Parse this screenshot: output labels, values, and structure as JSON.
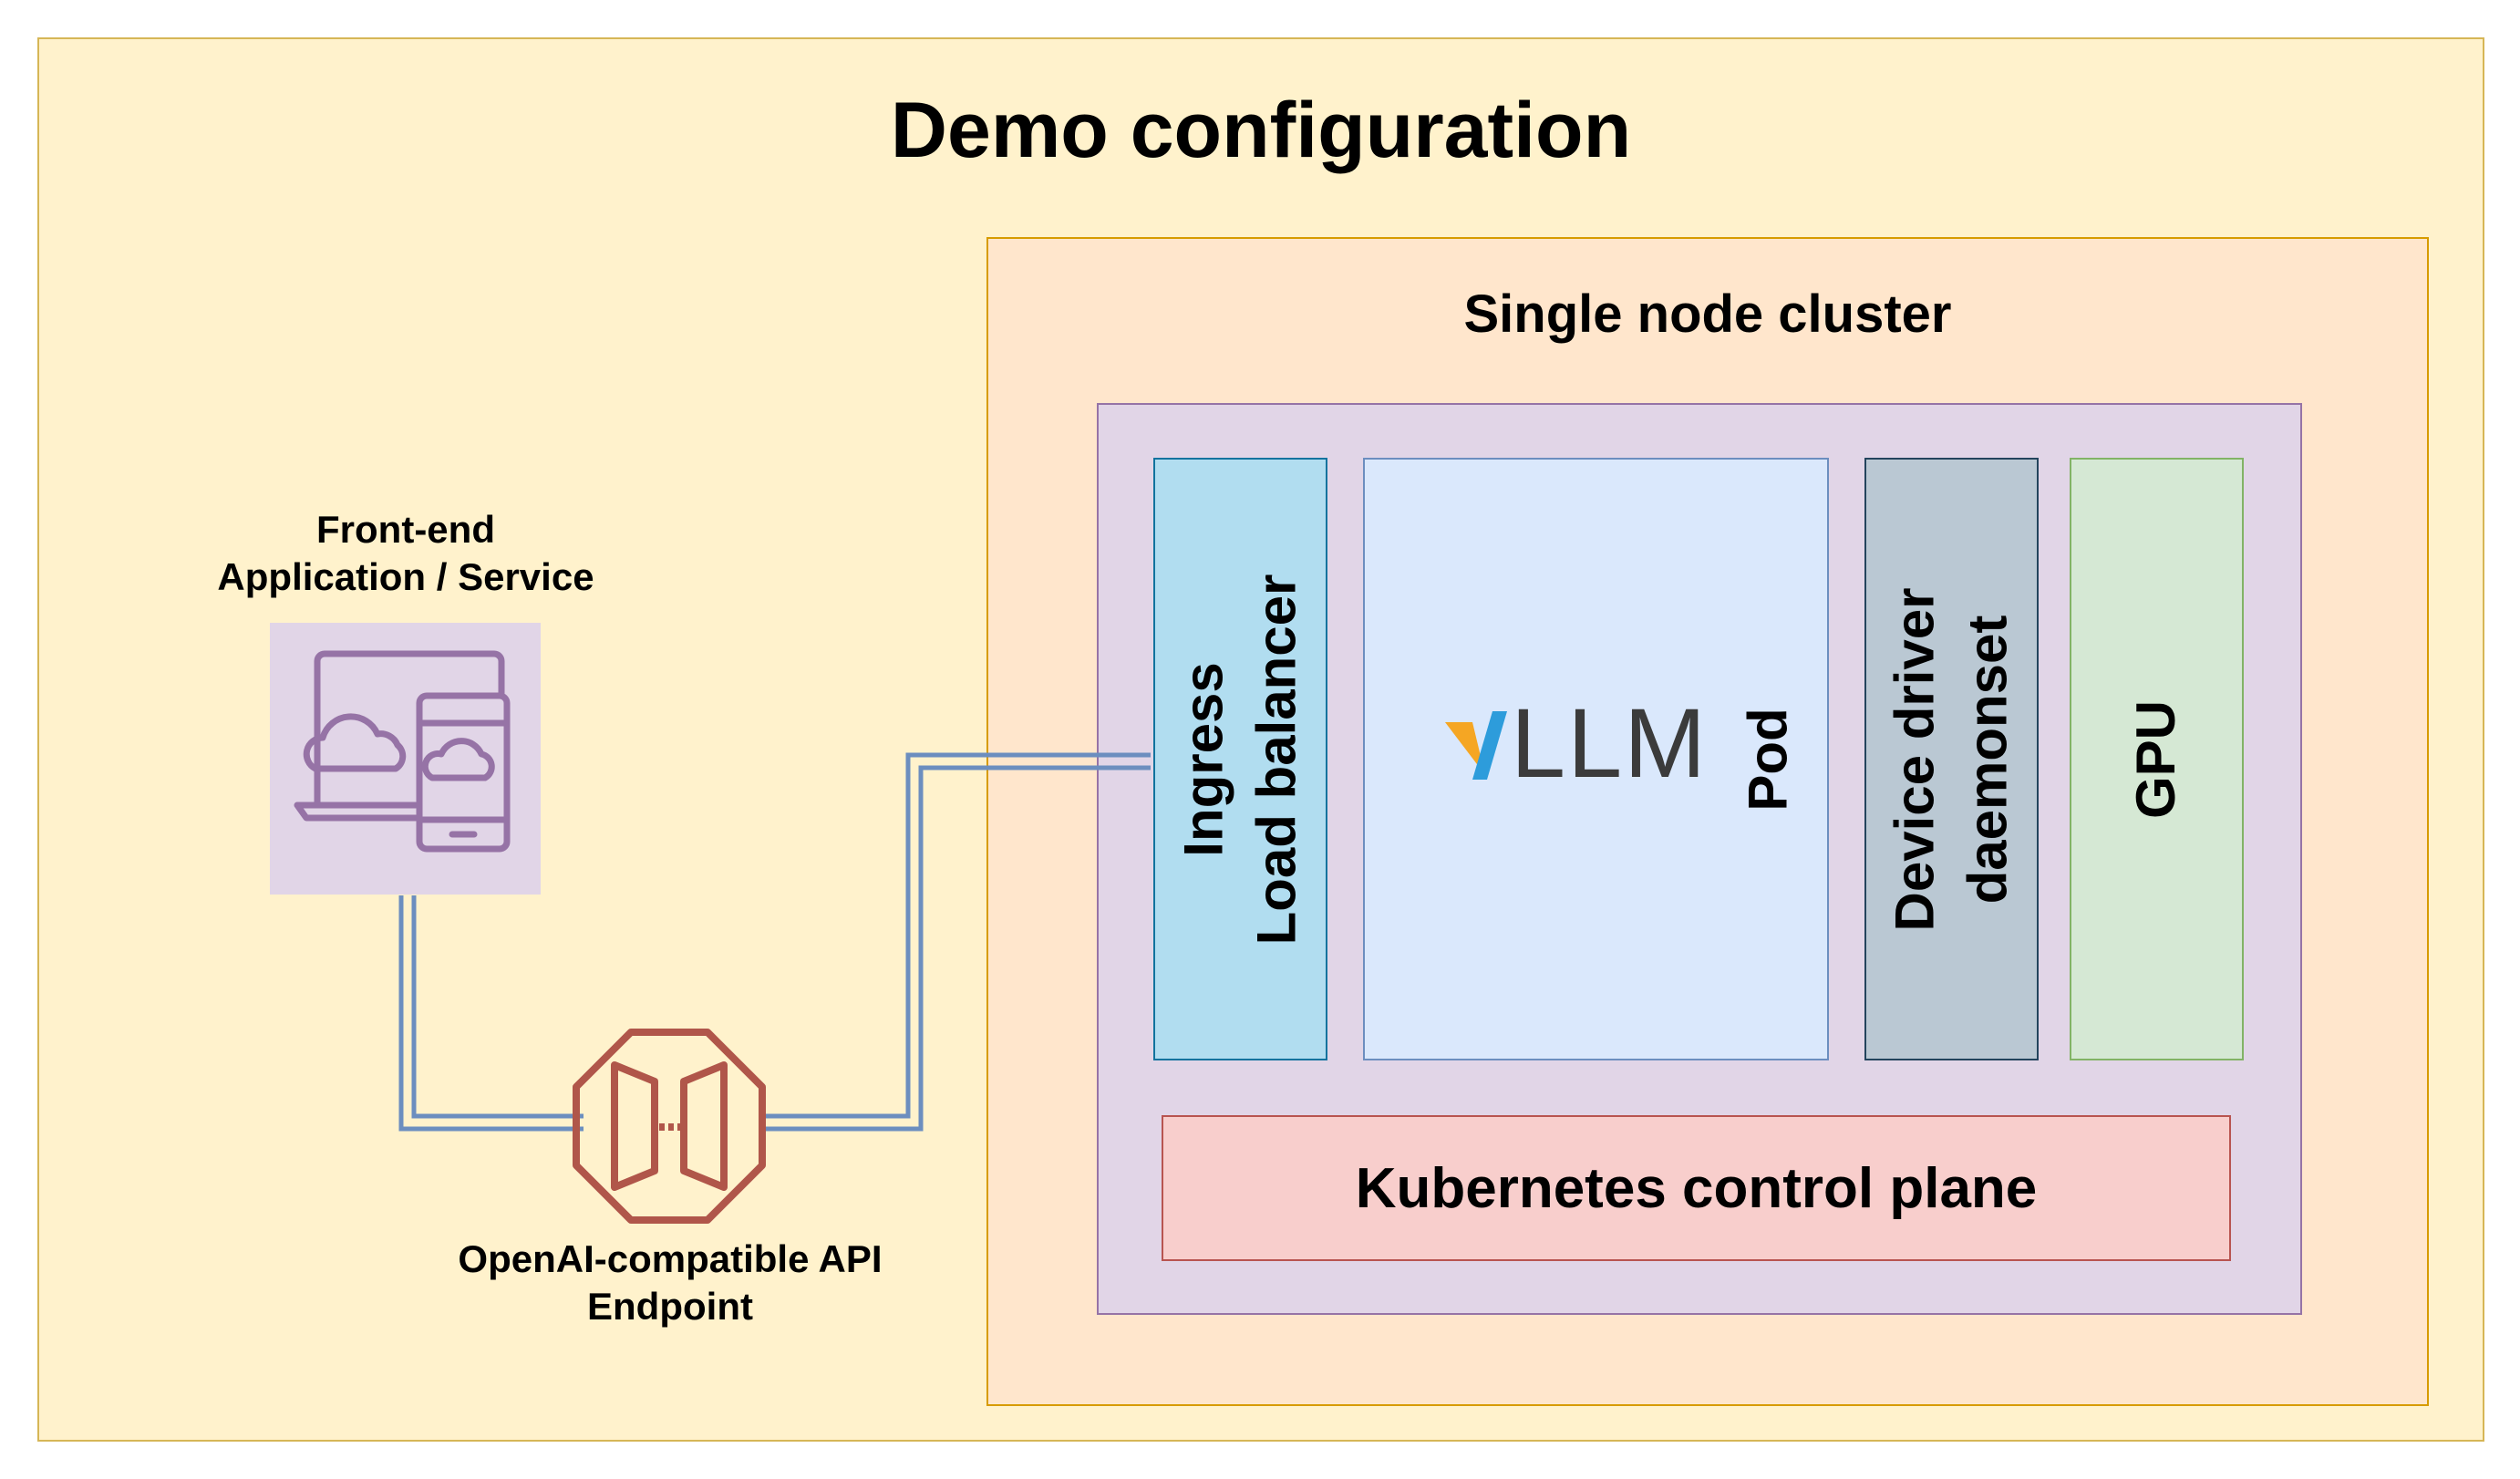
{
  "title": "Demo configuration",
  "cluster": {
    "title": "Single node cluster",
    "ingress_line1": "Ingress",
    "ingress_line2": "Load balancer",
    "pod_label": "Pod",
    "vllm_logo_text": "LLM",
    "driver_line1": "Device driver",
    "driver_line2": "daemonset",
    "gpu": "GPU",
    "control_plane": "Kubernetes control plane"
  },
  "frontend": {
    "line1": "Front-end",
    "line2": "Application / Service",
    "icon": "laptop-mobile-cloud-icon"
  },
  "api_endpoint": {
    "line1": "OpenAI-compatible API",
    "line2": "Endpoint",
    "icon": "api-gateway-icon"
  },
  "colors": {
    "outer_fill": "#fff2cc",
    "cluster_fill": "#ffe6cc",
    "node_fill": "#e1d5e7",
    "ingress_fill": "#b1ddf0",
    "pod_fill": "#dae8fc",
    "driver_fill": "#bac8d3",
    "gpu_fill": "#d5e8d4",
    "control_plane_fill": "#f8cecc",
    "connector": "#6c8ebf",
    "api_icon": "#b0564a",
    "frontend_icon": "#9673a6"
  }
}
